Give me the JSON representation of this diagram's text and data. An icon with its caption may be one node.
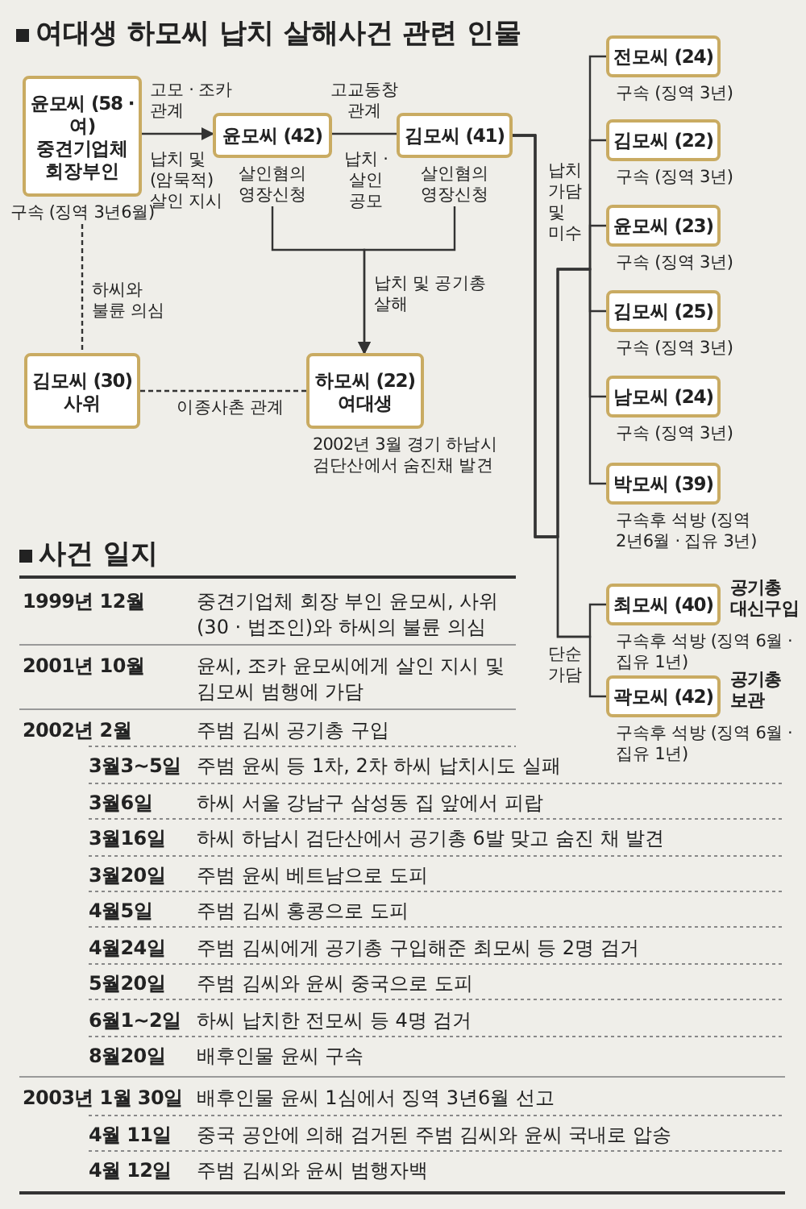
{
  "diagram": {
    "title": "여대생 하모씨 납치 살해사건 관련 인물",
    "nodes": [
      {
        "text": [
          "윤모씨 (58 · 여)",
          "중견기업체 회장부인"
        ],
        "beside": [
          "구속 (징역 3년6월)"
        ]
      },
      {
        "text": [
          "윤모씨 (42)"
        ],
        "beside": [
          "살인혐의 영장신청"
        ]
      },
      {
        "text": [
          "김모씨 (41)"
        ],
        "beside": [
          "살인혐의 영장신청"
        ]
      },
      {
        "text": [
          "김모씨 (30)",
          "사위"
        ]
      },
      {
        "text": [
          "하모씨 (22)",
          "여대생"
        ],
        "beside": [
          "2002년 3월 경기 하남시 검단산에서 숨진채 발견"
        ]
      },
      {
        "text": [
          "전모씨 (24)"
        ],
        "beside": [
          "구속 (징역 3년)"
        ]
      },
      {
        "text": [
          "김모씨 (22)"
        ],
        "beside": [
          "구속 (징역 3년)"
        ]
      },
      {
        "text": [
          "윤모씨 (23)"
        ],
        "beside": [
          "구속 (징역 3년)"
        ]
      },
      {
        "text": [
          "김모씨 (25)"
        ],
        "beside": [
          "구속 (징역 3년)"
        ]
      },
      {
        "text": [
          "남모씨 (24)"
        ],
        "beside": [
          "구속 (징역 3년)"
        ]
      },
      {
        "text": [
          "박모씨 (39)"
        ],
        "beside": [
          "구속후 석방 (징역 2년6월 · 집유 3년)"
        ]
      },
      {
        "text": [
          "최모씨 (40)"
        ],
        "beside": [
          "공기총 대신구입",
          "구속후 석방 (징역 6월 · 집유 1년)"
        ]
      },
      {
        "text": [
          "곽모씨 (42)"
        ],
        "beside": [
          "공기총 보관",
          "구속후 석방 (징역 6월 · 집유 1년)"
        ]
      }
    ],
    "edges": [
      {
        "from": 0,
        "to": 1,
        "arrow": "to",
        "label": "고모 · 조카 관계"
      },
      {
        "from": 1,
        "to": 2,
        "arrow": "none",
        "label": "고교동창 관계"
      },
      {
        "from": 1,
        "to": 4,
        "arrow": "to",
        "label": "납치 및 공기총 살해"
      },
      {
        "from": 2,
        "to": 4,
        "arrow": "to"
      },
      {
        "from": 0,
        "to": 3,
        "arrow": "none",
        "style": "dashed",
        "label": "하씨와 불륜 의심"
      },
      {
        "from": 3,
        "to": 4,
        "arrow": "none",
        "style": "dashed",
        "label": "이종사촌 관계"
      },
      {
        "from": 2,
        "to": 5,
        "arrow": "none"
      },
      {
        "from": 2,
        "to": 6,
        "arrow": "none"
      },
      {
        "from": 2,
        "to": 7,
        "arrow": "none"
      },
      {
        "from": 2,
        "to": 8,
        "arrow": "none"
      },
      {
        "from": 2,
        "to": 9,
        "arrow": "none"
      },
      {
        "from": 2,
        "to": 10,
        "arrow": "none"
      },
      {
        "from": 2,
        "to": 11,
        "arrow": "none"
      },
      {
        "from": 2,
        "to": 12,
        "arrow": "none"
      }
    ],
    "labels": [
      "납치 및 (암묵적) 살인 지시",
      "납치 · 살인 공모",
      "납치 가담 및 미수",
      "단순 가담",
      "사건 일지",
      "1999년 12월",
      "중견기업체 회장 부인 윤모씨, 사위(30 · 법조인)와 하씨의 불륜 의심",
      "2001년 10월",
      "윤씨, 조카 윤모씨에게 살인 지시 및 김모씨 범행에 가담",
      "2002년 2월",
      "주범 김씨 공기총 구입",
      "3월3~5일",
      "주범 윤씨 등 1차, 2차 하씨 납치시도 실패",
      "3월6일",
      "하씨 서울 강남구 삼성동 집 앞에서 피랍",
      "3월16일",
      "하씨 하남시 검단산에서 공기총 6발 맞고 숨진 채 발견",
      "3월20일",
      "주범 윤씨 베트남으로 도피",
      "4월5일",
      "주범 김씨 홍콩으로 도피",
      "4월24일",
      "주범 김씨에게 공기총 구입해준 최모씨 등 2명 검거",
      "5월20일",
      "주범 김씨와 윤씨 중국으로 도피",
      "6월1~2일",
      "하씨 납치한 전모씨 등 4명 검거",
      "8월20일",
      "배후인물 윤씨 구속",
      "2003년 1월 30일",
      "배후인물 윤씨 1심에서 징역 3년6월 선고",
      "4월 11일",
      "중국 공안에 의해 검거된 주범 김씨와 윤씨 국내로 압송",
      "4월 12일",
      "주범 김씨와 윤씨 범행자백"
    ]
  }
}
